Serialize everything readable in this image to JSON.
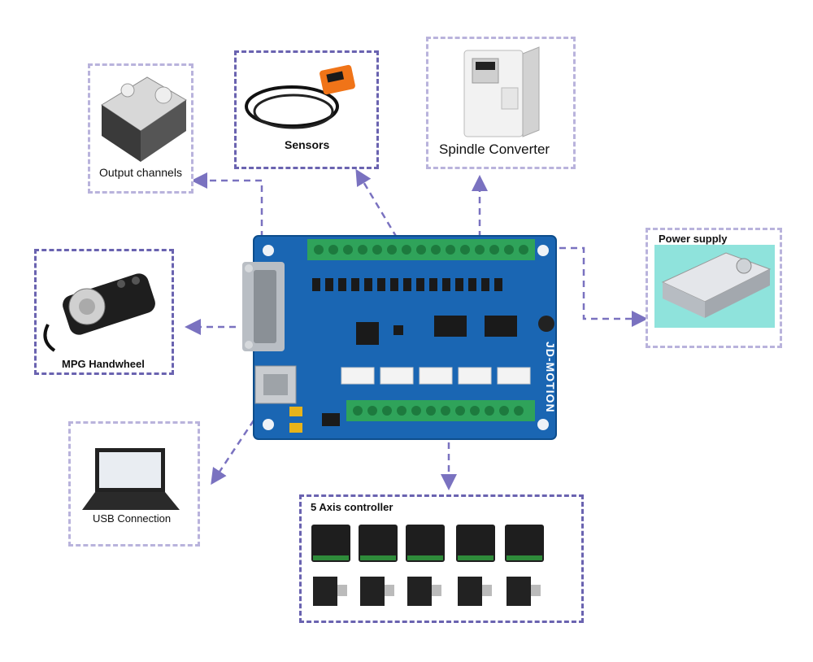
{
  "board": {
    "name": "JD-MOTION"
  },
  "peripherals": {
    "output_channels": "Output channels",
    "sensors": "Sensors",
    "spindle_converter": "Spindle Converter",
    "power_supply": "Power supply",
    "mpg_handwheel": "MPG Handwheel",
    "usb_connection": "USB Connection",
    "axis_controller": "5 Axis controller"
  },
  "colors": {
    "board": "#1565b0",
    "terminal": "#2fa35a",
    "connector_line": "#7a72c0",
    "box_border_dark": "#6a63b0",
    "box_border_light": "#b9b3dc"
  }
}
